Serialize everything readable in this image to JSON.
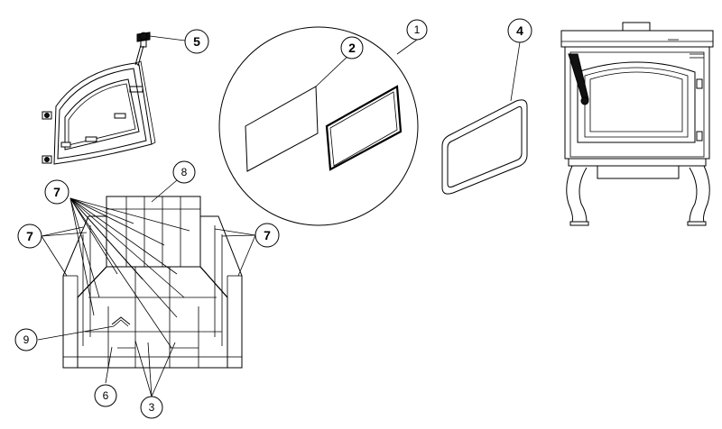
{
  "callouts": {
    "c1": "1",
    "c2": "2",
    "c3": "3",
    "c4": "4",
    "c5": "5",
    "c6": "6",
    "c7a": "7",
    "c7b": "7",
    "c7c": "7",
    "c8": "8",
    "c9": "9"
  }
}
